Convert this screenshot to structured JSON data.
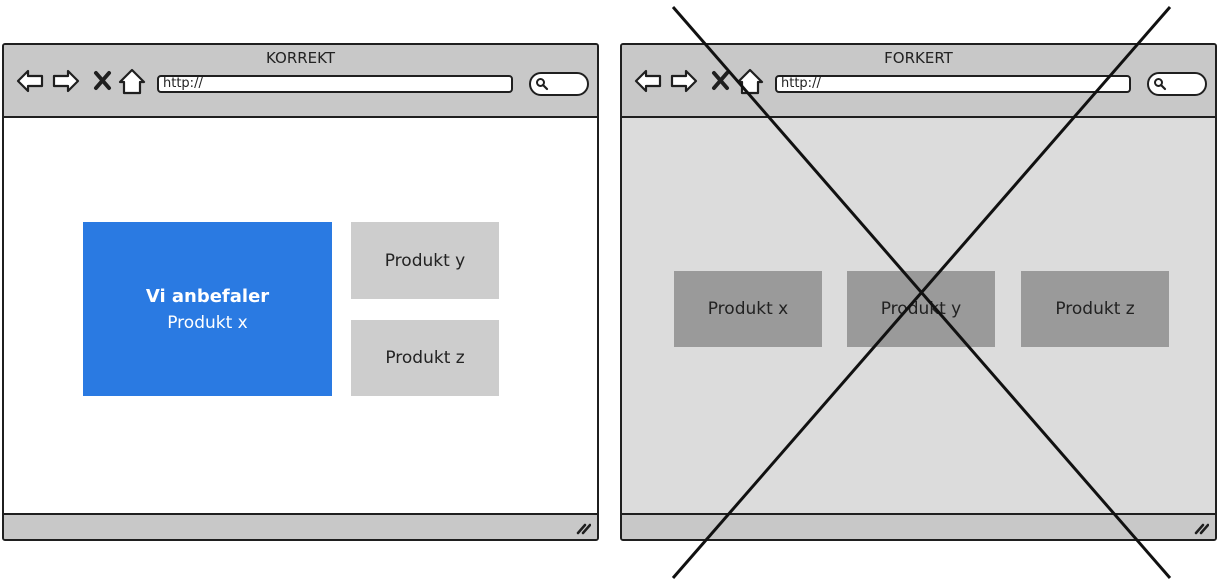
{
  "correct": {
    "title": "KORREKT",
    "url": "http://",
    "hero_line1": "Vi anbefaler",
    "hero_line2": "Produkt x",
    "product_y": "Produkt y",
    "product_z": "Produkt z"
  },
  "wrong": {
    "title": "FORKERT",
    "url": "http://",
    "product_x": "Produkt x",
    "product_y": "Produkt y",
    "product_z": "Produkt z"
  },
  "colors": {
    "accent": "#2a7ae2",
    "light_box": "#cdcdcd",
    "dark_box": "#9a9a9a",
    "dimmed_bg": "#dcdcdc"
  },
  "icons": [
    "back-arrow-icon",
    "forward-arrow-icon",
    "close-x-icon",
    "home-icon",
    "search-icon",
    "resize-grip-icon",
    "cross-out-mark"
  ]
}
